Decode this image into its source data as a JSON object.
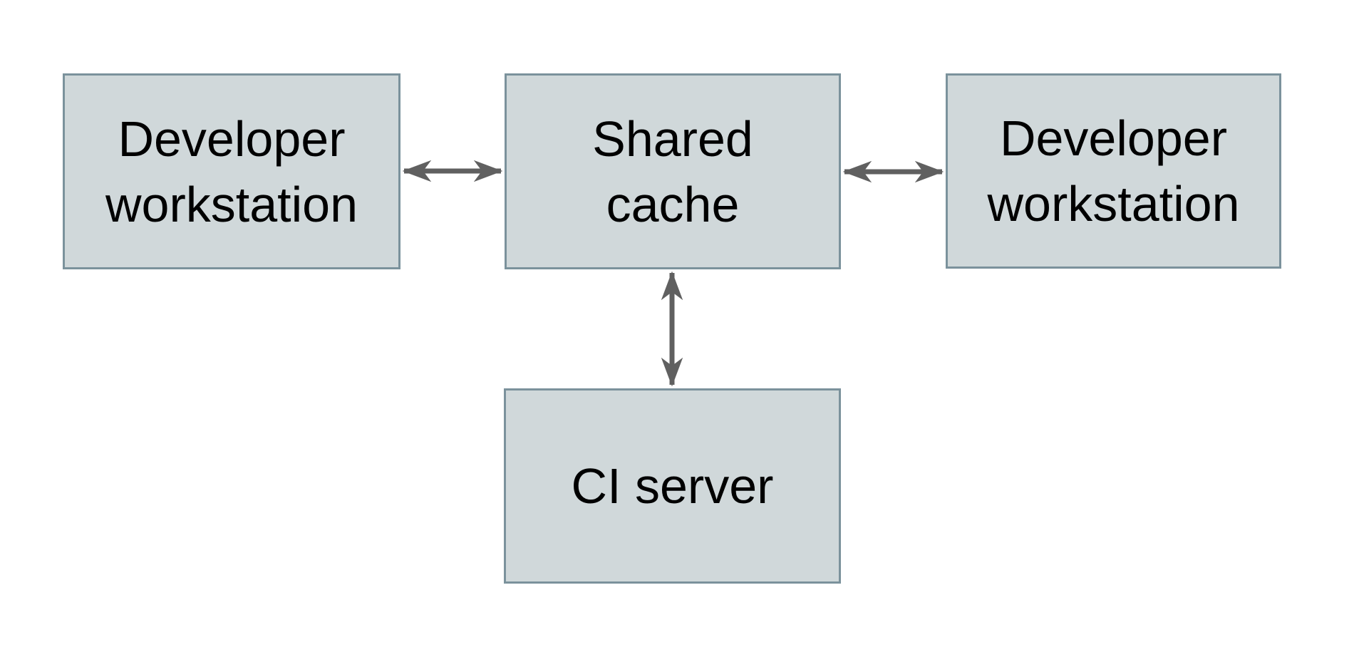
{
  "diagram": {
    "type": "architecture-diagram",
    "colors": {
      "background": "#ffffff",
      "node_fill": "#d0d8da",
      "node_border": "#7b929c",
      "arrow": "#606060",
      "text": "#000000"
    },
    "nodes": [
      {
        "id": "developer-workstation-left",
        "label": "Developer workstation",
        "lines": [
          "Developer",
          "workstation"
        ]
      },
      {
        "id": "shared-cache",
        "label": "Shared cache",
        "lines": [
          "Shared",
          "cache"
        ]
      },
      {
        "id": "developer-workstation-right",
        "label": "Developer workstation",
        "lines": [
          "Developer",
          "workstation"
        ]
      },
      {
        "id": "ci-server",
        "label": "CI server",
        "lines": [
          "CI server"
        ]
      }
    ],
    "edges": [
      {
        "from": "developer-workstation-left",
        "to": "shared-cache",
        "direction": "bidirectional"
      },
      {
        "from": "shared-cache",
        "to": "developer-workstation-right",
        "direction": "bidirectional"
      },
      {
        "from": "shared-cache",
        "to": "ci-server",
        "direction": "bidirectional"
      }
    ]
  }
}
